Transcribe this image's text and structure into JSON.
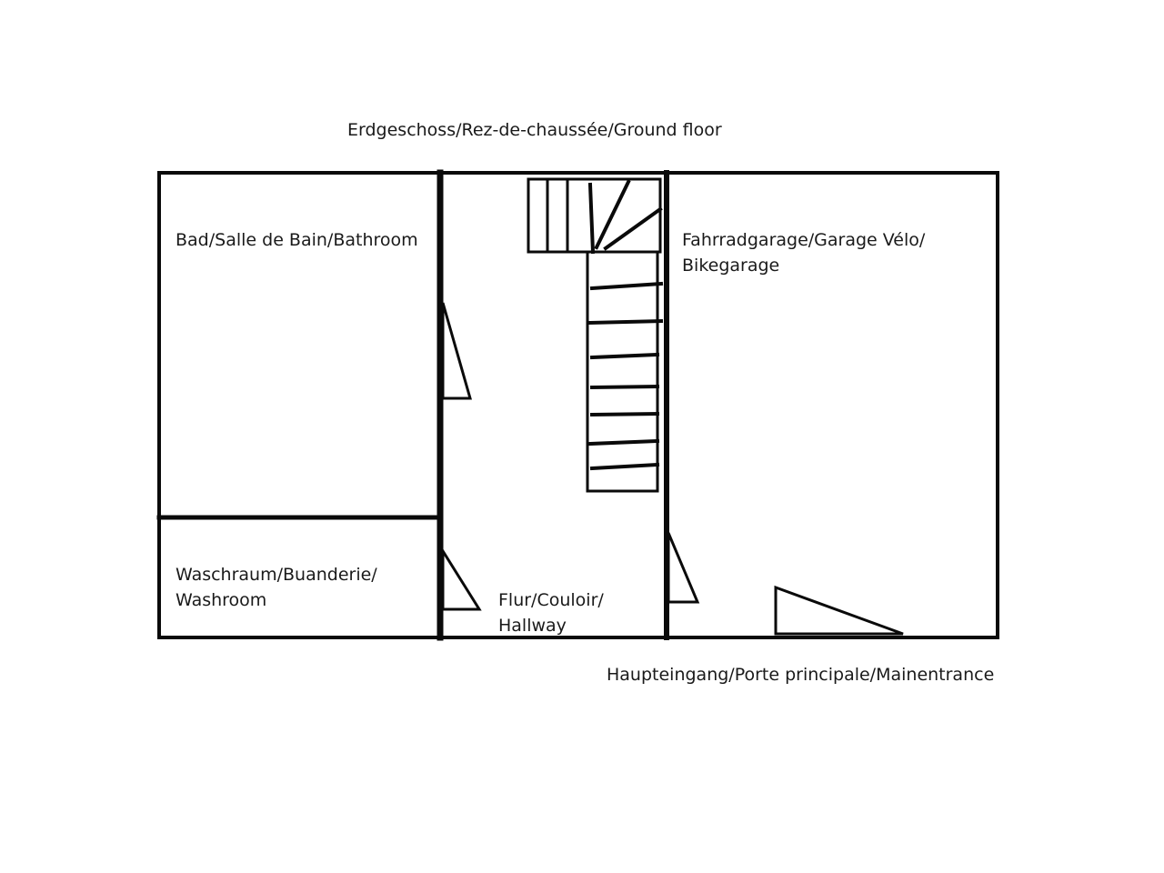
{
  "title": "Erdgeschoss/Rez-de-chaussée/Ground floor",
  "rooms": {
    "bathroom": "Bad/Salle de Bain/Bathroom",
    "washroom_line1": "Waschraum/Buanderie/",
    "washroom_line2": "Washroom",
    "hallway_line1": "Flur/Couloir/",
    "hallway_line2": "Hallway",
    "bikegarage_line1": "Fahrradgarage/Garage Vélo/",
    "bikegarage_line2": "Bikegarage"
  },
  "entrance_label": "Haupteingang/Porte principale/Mainentrance",
  "colors": {
    "lines": "#0a0a0a",
    "background": "#ffffff"
  }
}
